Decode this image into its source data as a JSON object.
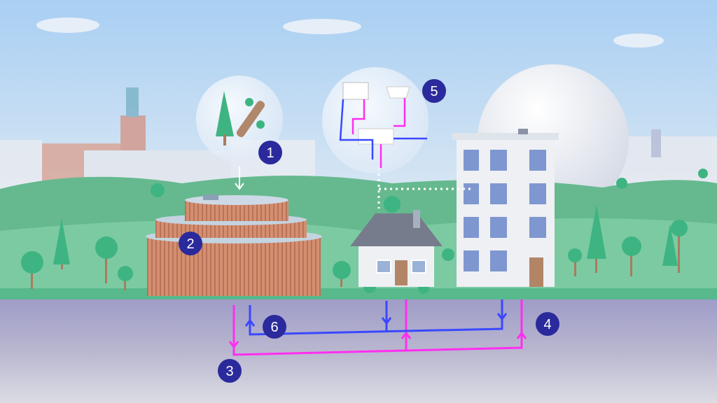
{
  "badges": [
    {
      "label": "1",
      "meaning": "fuel"
    },
    {
      "label": "2",
      "meaning": "plant"
    },
    {
      "label": "3",
      "meaning": "supply"
    },
    {
      "label": "4",
      "meaning": "supply-up"
    },
    {
      "label": "5",
      "meaning": "substation"
    },
    {
      "label": "6",
      "meaning": "return"
    }
  ],
  "colors": {
    "badge": "#2b2a9c",
    "supply_pipe": "#ff2ef0",
    "return_pipe": "#3a48ff",
    "grass": "#5fbf8e",
    "sky": "#bcd9f2",
    "plant": "#d28f72",
    "ground": "#b8b6cc"
  }
}
